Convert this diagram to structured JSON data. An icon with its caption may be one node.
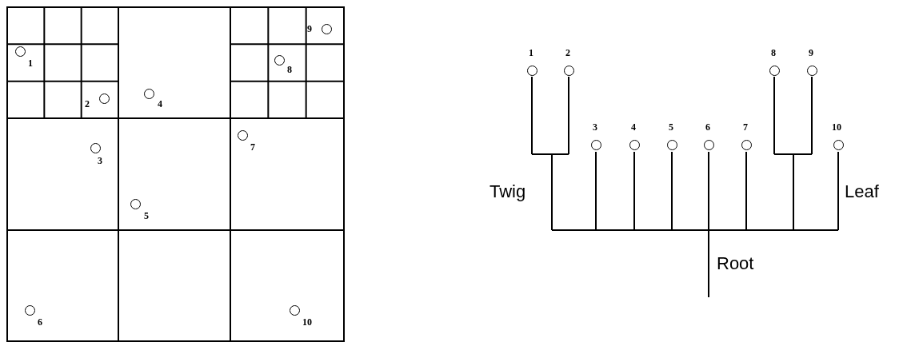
{
  "diagram": {
    "nodes": [
      {
        "text": [],
        "shape": "circle",
        "beside": [
          "1"
        ]
      },
      {
        "text": [],
        "shape": "circle",
        "beside": [
          "2"
        ]
      },
      {
        "text": [],
        "shape": "circle",
        "beside": [
          "3"
        ]
      },
      {
        "text": [],
        "shape": "circle",
        "beside": [
          "4"
        ]
      },
      {
        "text": [],
        "shape": "circle",
        "beside": [
          "5"
        ]
      },
      {
        "text": [],
        "shape": "circle",
        "beside": [
          "6"
        ]
      },
      {
        "text": [],
        "shape": "circle",
        "beside": [
          "7"
        ]
      },
      {
        "text": [],
        "shape": "circle",
        "beside": [
          "8"
        ]
      },
      {
        "text": [],
        "shape": "circle",
        "beside": [
          "9"
        ]
      },
      {
        "text": [],
        "shape": "circle",
        "beside": [
          "10"
        ]
      },
      {
        "text": [],
        "shape": "circle",
        "beside": [
          "1"
        ]
      },
      {
        "text": [],
        "shape": "circle",
        "beside": [
          "2"
        ]
      },
      {
        "text": [],
        "shape": "circle",
        "beside": [
          "3"
        ]
      },
      {
        "text": [],
        "shape": "circle",
        "beside": [
          "4"
        ]
      },
      {
        "text": [],
        "shape": "circle",
        "beside": [
          "5"
        ]
      },
      {
        "text": [],
        "shape": "circle",
        "beside": [
          "6"
        ]
      },
      {
        "text": [],
        "shape": "circle",
        "beside": [
          "7"
        ]
      },
      {
        "text": [],
        "shape": "circle",
        "beside": [
          "8"
        ]
      },
      {
        "text": [],
        "shape": "circle",
        "beside": [
          "9"
        ]
      },
      {
        "text": [],
        "shape": "circle",
        "beside": [
          "10"
        ]
      }
    ],
    "labels": [
      "Twig",
      "Leaf",
      "Root"
    ]
  }
}
